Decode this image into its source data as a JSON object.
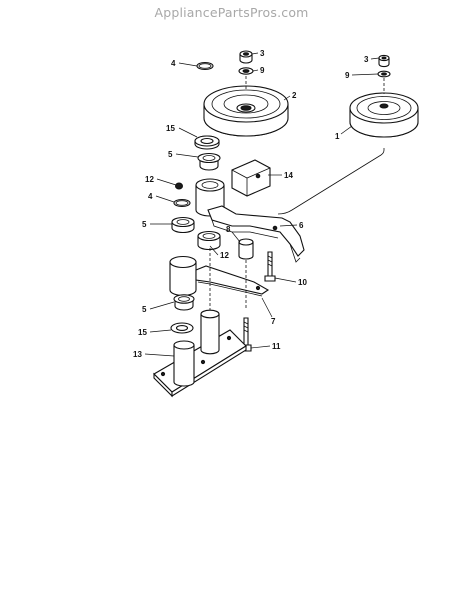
{
  "watermark": "AppliancePartsPros.com",
  "callouts": {
    "c3a": "3",
    "c9a": "9",
    "c4a": "4",
    "c2": "2",
    "c3b": "3",
    "c9b": "9",
    "c1": "1",
    "c15a": "15",
    "c5a": "5",
    "c12a": "12",
    "c14": "14",
    "c4b": "4",
    "c6": "6",
    "c5b": "5",
    "c8": "8",
    "c12b": "12",
    "c10": "10",
    "c7": "7",
    "c5c": "5",
    "c15b": "15",
    "c11": "11",
    "c13": "13"
  }
}
